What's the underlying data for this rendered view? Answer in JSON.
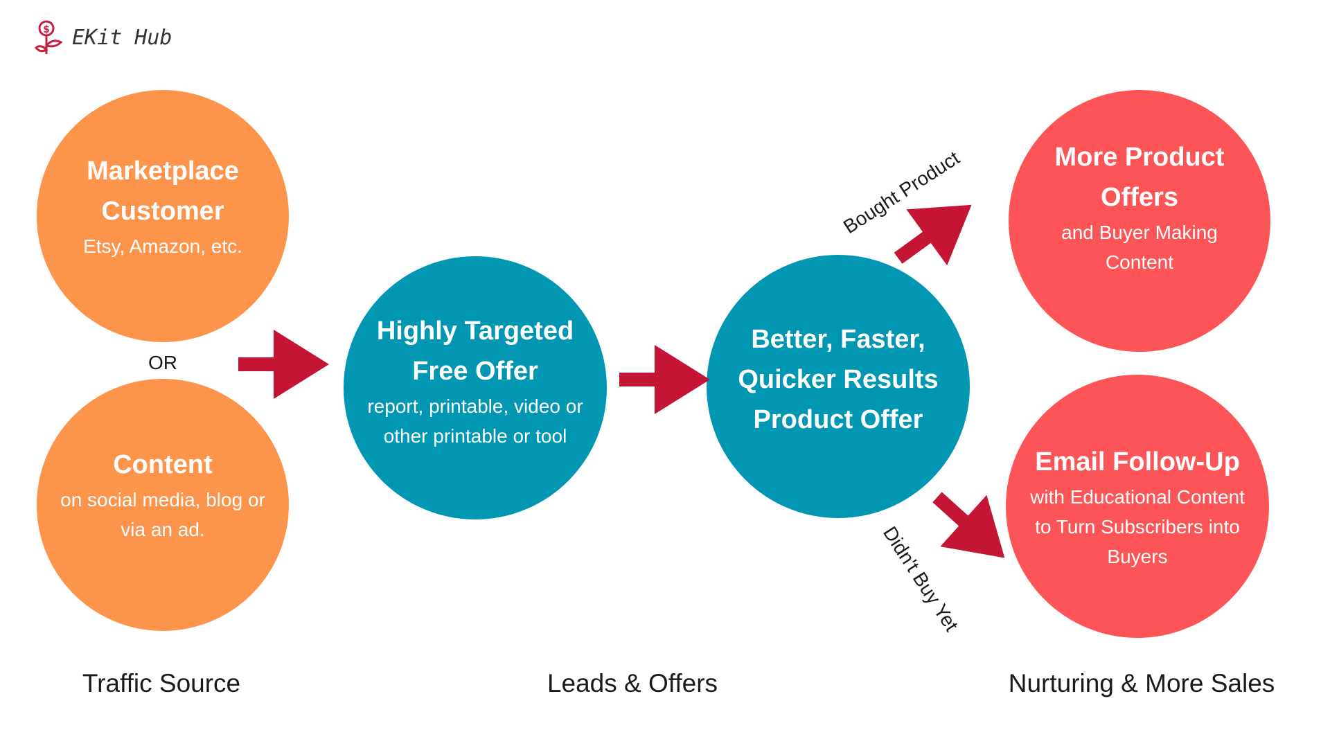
{
  "brand": {
    "name": "EKit Hub",
    "icon": "sprout-coin-icon",
    "color": "#c8203c"
  },
  "colors": {
    "orange": "#fc944b",
    "teal": "#0196b1",
    "red": "#fc5457",
    "arrow": "#c41535"
  },
  "nodes": {
    "marketplace": {
      "title": "Marketplace Customer",
      "sub": "Etsy, Amazon, etc."
    },
    "or": "OR",
    "content": {
      "title": "Content",
      "sub": "on social media, blog or via an ad."
    },
    "free_offer": {
      "title": "Highly Targeted Free Offer",
      "sub": "report, printable, video or other printable or tool"
    },
    "product": {
      "title": "Better, Faster, Quicker Results Product Offer"
    },
    "more_offers": {
      "title": "More Product Offers",
      "sub": "and Buyer Making Content"
    },
    "email": {
      "title": "Email Follow-Up",
      "sub": "with Educational Content to Turn Subscribers into Buyers"
    }
  },
  "edges": {
    "bought": "Bought Product",
    "didnt": "Didn't Buy Yet"
  },
  "stages": {
    "traffic": "Traffic Source",
    "leads": "Leads & Offers",
    "nurture": "Nurturing & More Sales"
  }
}
